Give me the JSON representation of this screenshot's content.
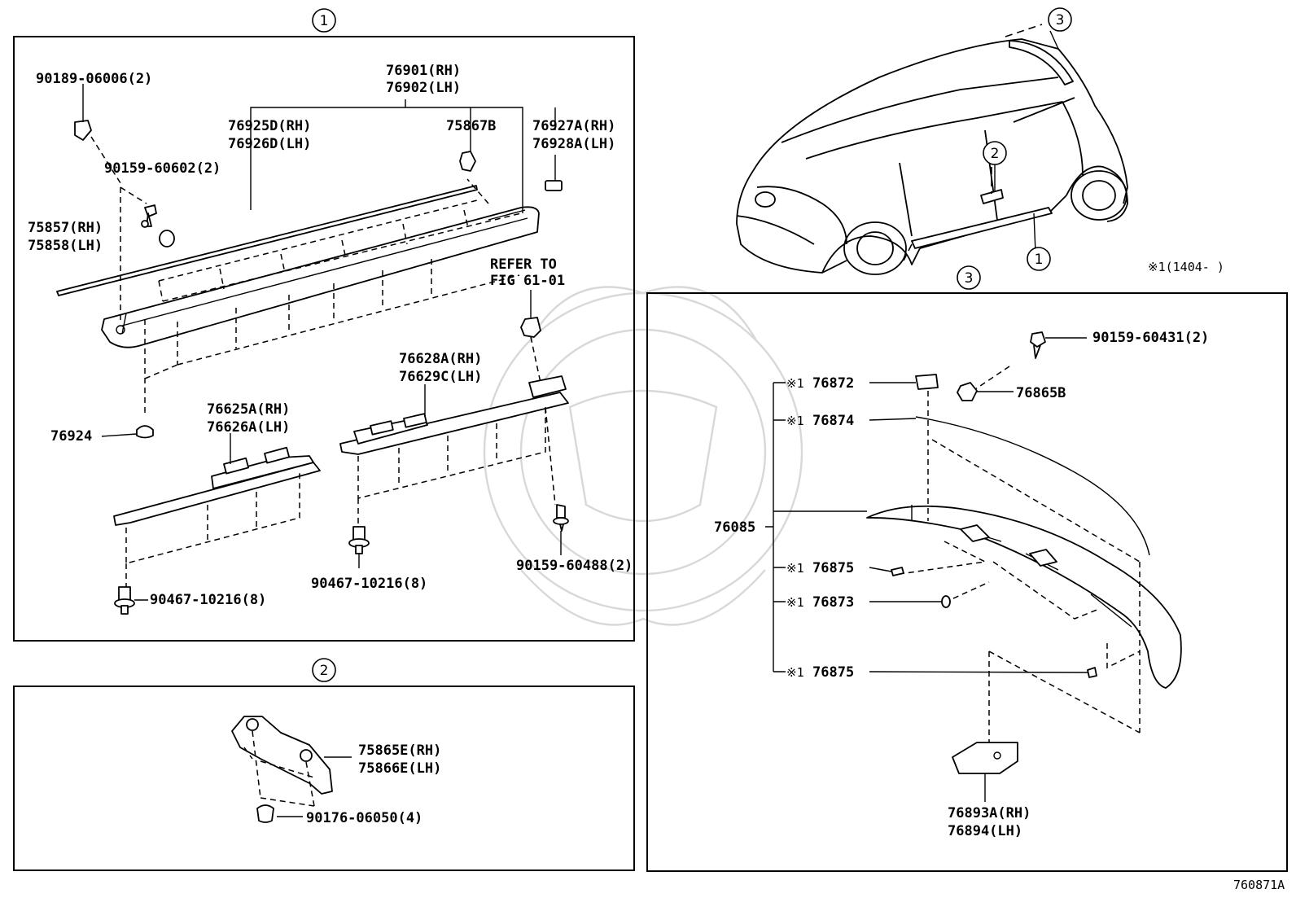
{
  "callouts": {
    "c1": "1",
    "c2": "2",
    "c3": "3"
  },
  "panel1": {
    "p76901": "76901(RH)",
    "p76902": "76902(LH)",
    "p76925": "76925D(RH)",
    "p76926": "76926D(LH)",
    "p75867": "75867B",
    "p76927": "76927A(RH)",
    "p76928": "76928A(LH)",
    "p90189": "90189-06006(2)",
    "p90159a": "90159-60602(2)",
    "p75857": "75857(RH)",
    "p75858": "75858(LH)",
    "refer1": "REFER TO",
    "refer2": "FIG 61-01",
    "p76628": "76628A(RH)",
    "p76629": "76629C(LH)",
    "p76625": "76625A(RH)",
    "p76626": "76626A(LH)",
    "p76924": "76924",
    "p90467a": "90467-10216(8)",
    "p90467b": "90467-10216(8)",
    "p90159b": "90159-60488(2)"
  },
  "panel2": {
    "p75865": "75865E(RH)",
    "p75866": "75866E(LH)",
    "p90176": "90176-06050(4)"
  },
  "panel3": {
    "p90159c": "90159-60431(2)",
    "p76872": "76872",
    "p76865": "76865B",
    "p76874": "76874",
    "p76085": "76085",
    "p76875a": "76875",
    "p76873": "76873",
    "p76875b": "76875",
    "p76893": "76893A(RH)",
    "p76894": "76894(LH)",
    "note_mark": "※1"
  },
  "car": {
    "footnote": "※1(1404-      )"
  },
  "figure_id": "760871A"
}
